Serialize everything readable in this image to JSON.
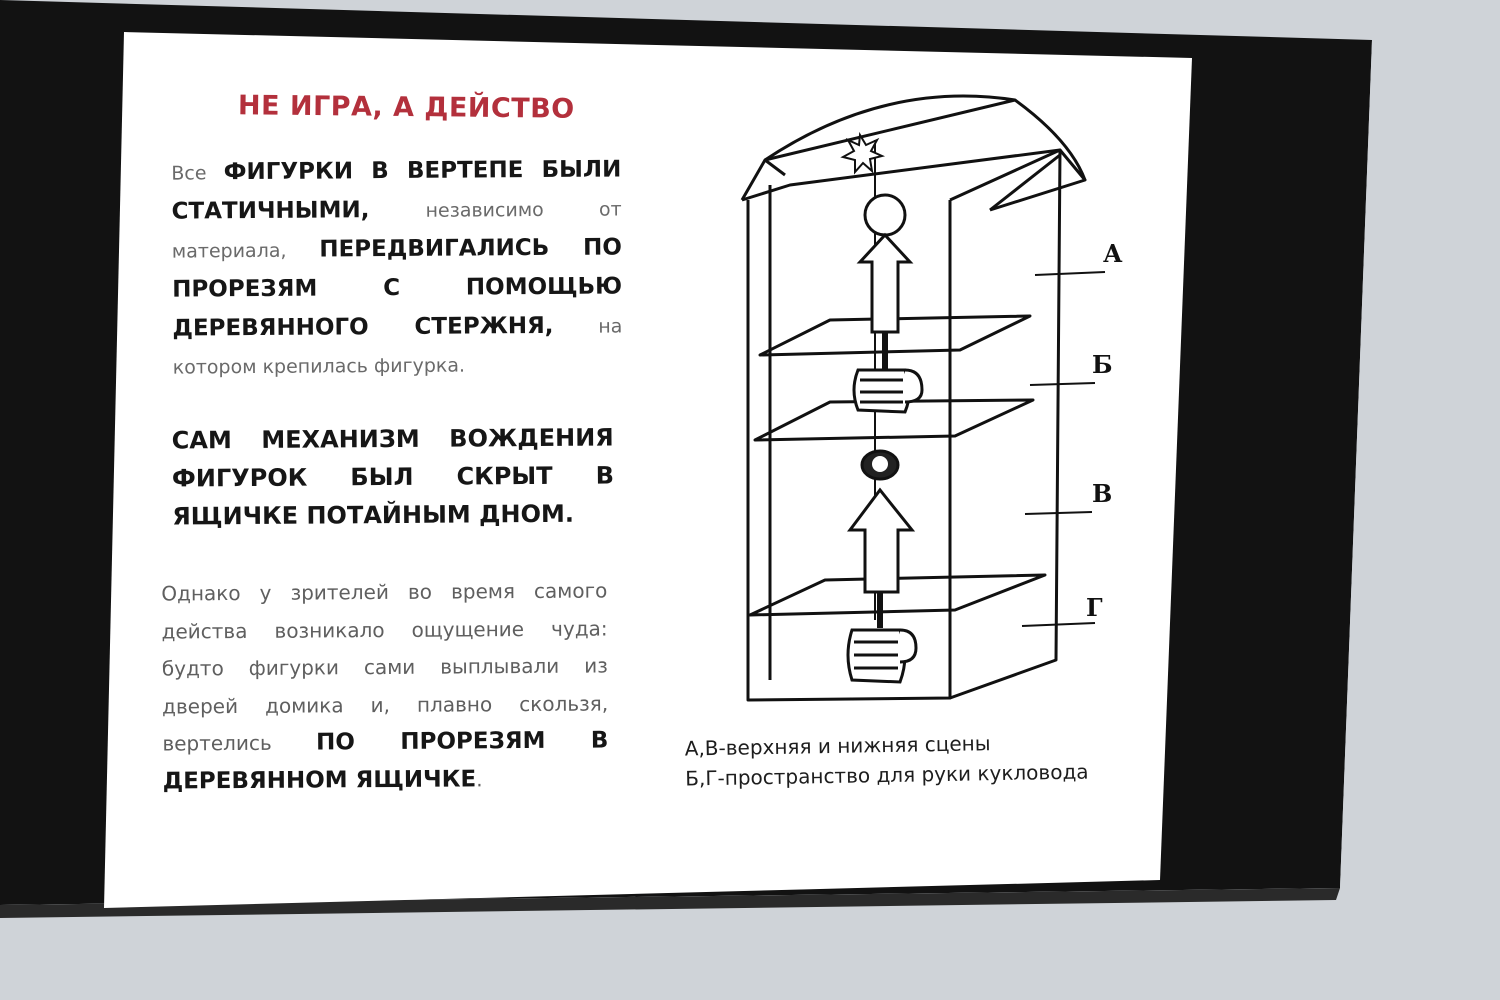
{
  "slide": {
    "title": "НЕ ИГРА, А ДЕЙСТВО",
    "paragraph1": {
      "t1": "Все",
      "t2": "ФИГУРКИ В ВЕРТЕПЕ БЫЛИ СТАТИЧНЫМИ,",
      "t3": "независимо от материала,",
      "t4": "ПЕРЕДВИГАЛИСЬ ПО ПРОРЕЗЯМ С ПОМОЩЬЮ ДЕРЕВЯННОГО СТЕРЖНЯ,",
      "t5": "на котором крепилась фигурка."
    },
    "paragraph2": "САМ МЕХАНИЗМ ВОЖДЕНИЯ ФИГУРОК БЫЛ СКРЫТ В ЯЩИЧКЕ ПОТАЙНЫМ ДНОМ.",
    "paragraph3": {
      "t1": "Однако у зрителей во время самого действа возникало ощущение чуда: будто фигурки сами выплывали из дверей домика и, плавно скользя, вертелись",
      "t2": "ПО ПРОРЕЗЯМ В ДЕРЕВЯННОМ ЯЩИЧКЕ",
      "t3": "."
    },
    "diagram": {
      "labels": [
        "А",
        "Б",
        "В",
        "Г"
      ]
    },
    "caption": {
      "line1": "А,В-верхняя и нижняя сцены",
      "line2": "Б,Г-пространство для руки кукловода"
    }
  },
  "colors": {
    "title": "#b3303c",
    "slide_bg": "#ffffff",
    "bezel": "#121212",
    "wall": "#cfd3d8"
  },
  "icons": [
    "star-icon",
    "figure-icon",
    "hand-icon"
  ]
}
